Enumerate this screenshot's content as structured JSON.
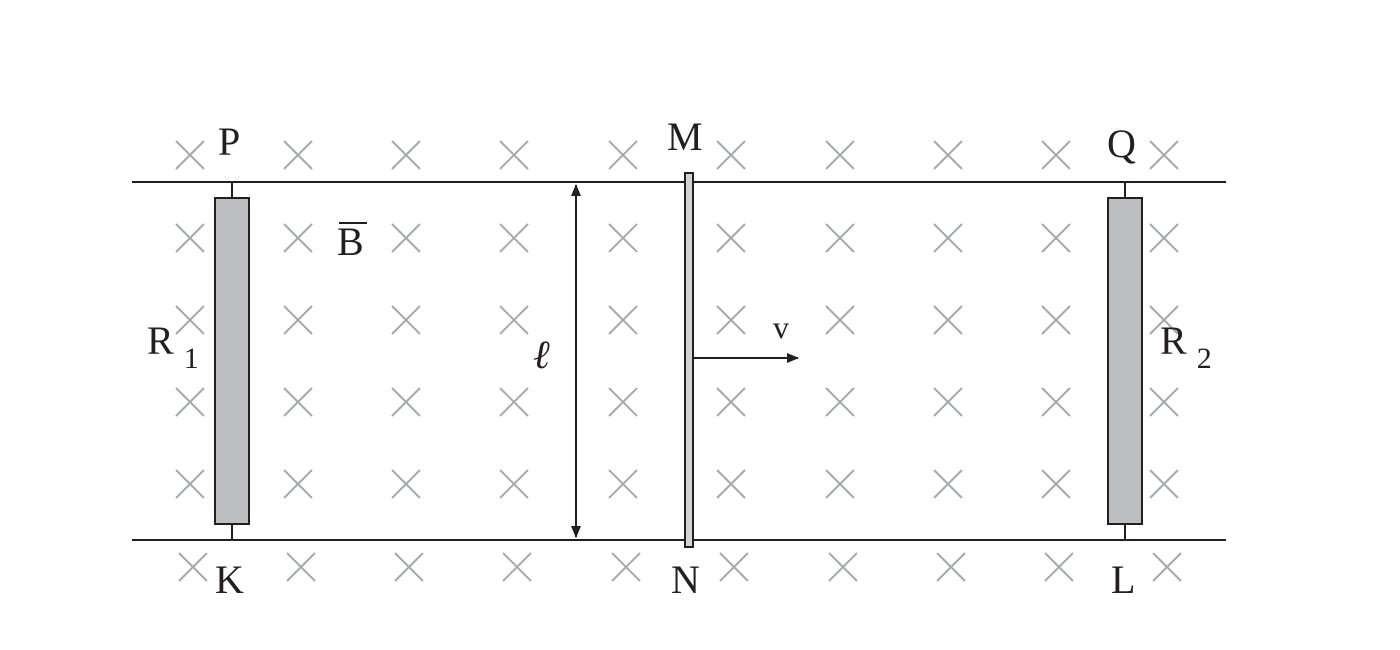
{
  "colors": {
    "stroke": "#231f20",
    "cross": "#a7a9ac",
    "resistor_fill": "#bcbec0",
    "bar_fill": "#d1d3d4"
  },
  "labels": {
    "P": "P",
    "Q": "Q",
    "K": "K",
    "L": "L",
    "M": "M",
    "N": "N",
    "B": "B",
    "ell": "ℓ",
    "v": "v",
    "R1_letter": "R",
    "R1_sub": "1",
    "R2_letter": "R",
    "R2_sub": "2"
  },
  "field_symbol": "cross-mark-icon"
}
